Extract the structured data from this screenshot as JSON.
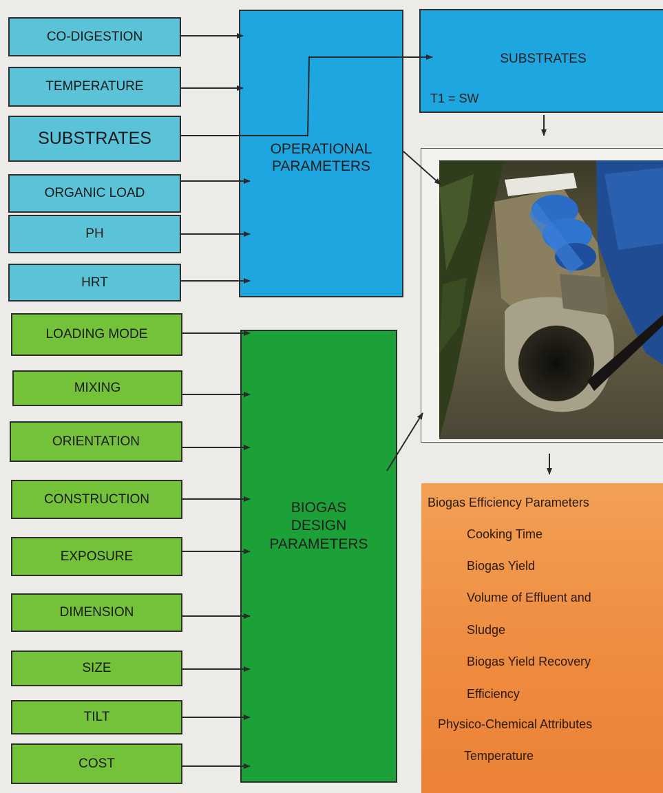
{
  "operational_inputs": [
    "CO-DIGESTION",
    "TEMPERATURE",
    "SUBSTRATES",
    "ORGANIC LOAD",
    "PH",
    "HRT"
  ],
  "operational_block": {
    "line1": "OPERATIONAL",
    "line2": "PARAMETERS"
  },
  "design_inputs": [
    "LOADING MODE",
    "MIXING",
    "ORIENTATION",
    "CONSTRUCTION",
    "EXPOSURE",
    "DIMENSION",
    "SIZE",
    "TILT",
    "COST"
  ],
  "design_block": {
    "line1": "BIOGAS",
    "line2": "DESIGN",
    "line3": "PARAMETERS"
  },
  "substrates_box": {
    "title": "SUBSTRATES",
    "treatment": "T1 = SW"
  },
  "efficiency_box": {
    "lines": [
      "Biogas Efficiency Parameters",
      "Cooking Time",
      "Biogas Yield",
      "Volume of Effluent and",
      "Sludge",
      "Biogas Yield Recovery",
      "Efficiency",
      "Physico-Chemical  Attributes",
      "Temperature"
    ]
  },
  "colors": {
    "operational_input": "#5bc3d7",
    "design_input": "#74c13a",
    "operational_block": "#1ea6e0",
    "design_block": "#1ba137",
    "efficiency_block": "#ee8a3e"
  }
}
